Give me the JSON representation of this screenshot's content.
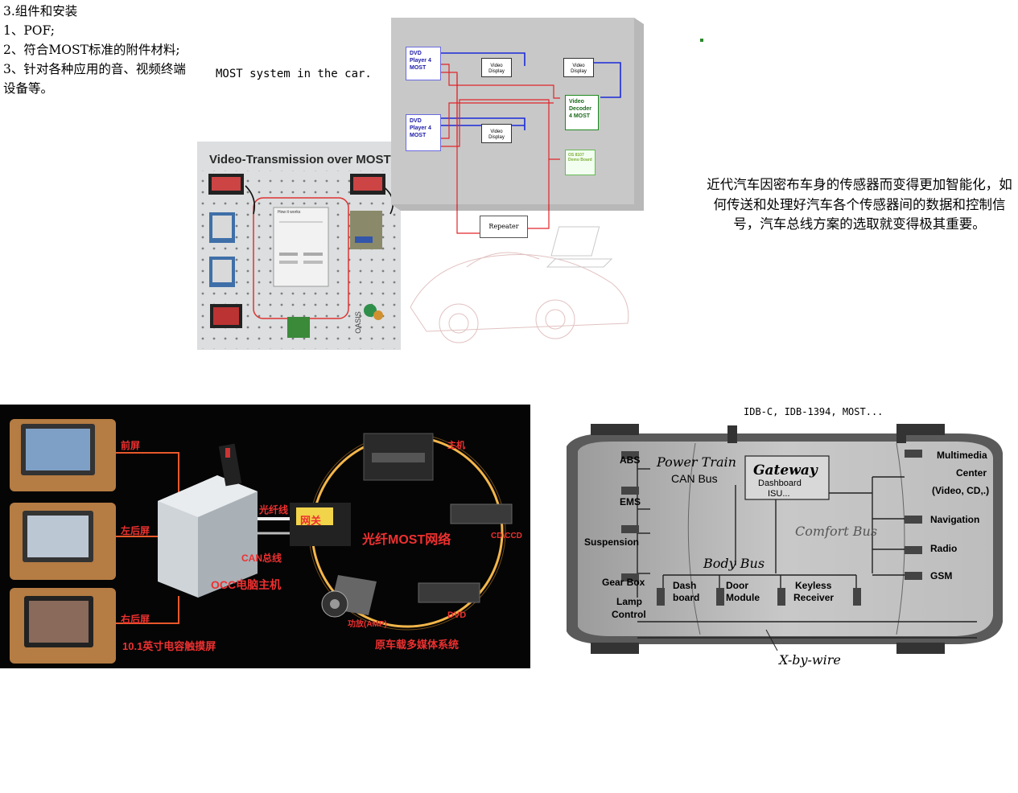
{
  "left_text": {
    "heading": "3.组件和安装",
    "item1": "1、POF;",
    "item2": "2、符合MOST标准的附件材料;",
    "item3": "3、针对各种应用的音、视频终端设备等。"
  },
  "most_caption": "MOST system in the car.",
  "board": {
    "title": "Video-Transmission over MOST",
    "poster_title": "How it works",
    "logo": "OASIS"
  },
  "diagram": {
    "dvd1": "DVD Player 4 MOST",
    "dvd2": "DVD Player 4 MOST",
    "video_display_1": "Video Display",
    "video_display_2": "Video Display",
    "video_display_3": "Video Display",
    "decoder": "Video Decoder 4 MOST",
    "os_board": "OS 8107 Demo Board",
    "repeater": "Repeater"
  },
  "right_paragraph": "近代汽车因密布车身的传感器而变得更加智能化，如何传送和处理好汽车各个传感器间的数据和控制信号，汽车总线方案的选取就变得极其重要。",
  "occ": {
    "front_screen": "前屏",
    "left_rear_screen": "左后屏",
    "right_rear_screen": "右后屏",
    "fiber_line": "光纤线",
    "gateway": "网关",
    "can_bus": "CAN总线",
    "occ_host": "OCC电脑主机",
    "most_network": "光纤MOST网络",
    "head_unit": "主机",
    "cd": "CD\\CCD",
    "dvd": "DVD",
    "amp": "功放(AMP)",
    "screen_spec": "10.1英寸电容触摸屏",
    "oem_system": "原车载多媒体系统"
  },
  "car_diagram": {
    "top_label": "IDB-C, IDB-1394, MOST...",
    "abs": "ABS",
    "ems": "EMS",
    "suspension": "Suspension",
    "gear_box": "Gear Box",
    "lamp_control_1": "Lamp",
    "lamp_control_2": "Control",
    "power_train": "Power Train",
    "can_bus": "CAN Bus",
    "gateway": "Gateway",
    "dashboard": "Dashboard",
    "isu": "ISU...",
    "comfort_bus": "Comfort Bus",
    "body_bus": "Body Bus",
    "dash_board_1": "Dash",
    "dash_board_2": "board",
    "door_module_1": "Door",
    "door_module_2": "Module",
    "keyless_1": "Keyless",
    "keyless_2": "Receiver",
    "multimedia_1": "Multimedia",
    "multimedia_2": "Center",
    "multimedia_3": "(Video, CD,.)",
    "navigation": "Navigation",
    "radio": "Radio",
    "gsm": "GSM",
    "x_by_wire": "X-by-wire"
  },
  "colors": {
    "red_line": "#e0262a",
    "blue_line": "#1a2ad8",
    "occ_orange": "#e8582a",
    "occ_red_text": "#ee3030",
    "gateway_yellow": "#f2d44a",
    "green_box": "#1b8a1b"
  }
}
